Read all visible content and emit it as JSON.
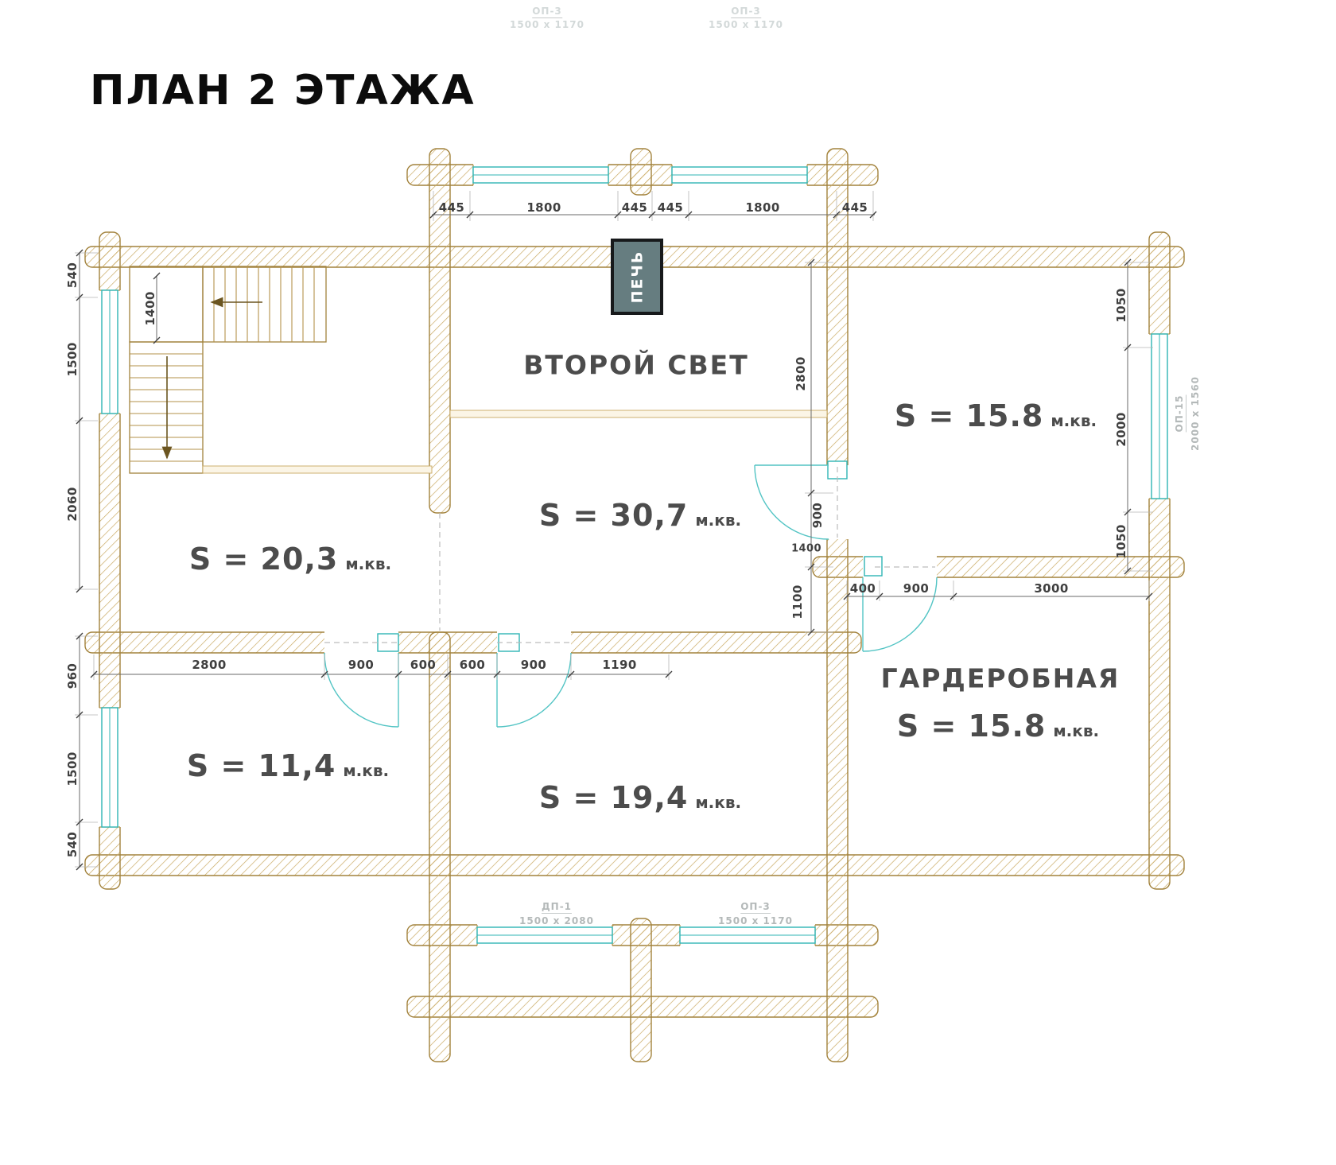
{
  "title": "ПЛАН 2 ЭТАЖА",
  "rooms": {
    "second_light": {
      "name": "ВТОРОЙ СВЕТ",
      "area": "S = 30,7",
      "unit": "м.кв."
    },
    "left": {
      "area": "S = 20,3",
      "unit": "м.кв."
    },
    "top_right": {
      "area": "S = 15.8",
      "unit": "м.кв."
    },
    "wardrobe": {
      "name": "ГАРДЕРОБНАЯ",
      "area": "S = 15.8",
      "unit": "м.кв."
    },
    "bottom_left": {
      "area": "S = 11,4",
      "unit": "м.кв."
    },
    "bottom_center": {
      "area": "S = 19,4",
      "unit": "м.кв."
    }
  },
  "stove": {
    "label": "ПЕЧЬ"
  },
  "dims": {
    "top": [
      "445",
      "1800",
      "445",
      "445",
      "1800",
      "445"
    ],
    "left_upper": [
      "540",
      "1500",
      "2060"
    ],
    "left_lower": [
      "960",
      "1500",
      "540"
    ],
    "stair": "1400",
    "right_side": [
      "1050",
      "2000",
      "1050"
    ],
    "center_right": [
      "2800",
      "900",
      "1400",
      "1100"
    ],
    "wardrobe_top": [
      "400",
      "900",
      "3000"
    ],
    "middle": [
      "2800",
      "900",
      "600",
      "600",
      "900",
      "1190"
    ]
  },
  "windows": {
    "right": {
      "name": "ОП-15",
      "size": "2000 х 1560"
    },
    "bottom_left": {
      "name": "ДП-1",
      "size": "1500 х 2080"
    },
    "bottom_right": {
      "name": "ОП-3",
      "size": "1500 х 1170"
    },
    "top_left": {
      "name": "ОП-3",
      "size": "1500 х 1170"
    },
    "top_right": {
      "name": "ОП-3",
      "size": "1500 х 1170"
    }
  },
  "colors": {
    "wall": "#c9a962",
    "window": "#2fb5b5",
    "dim_text": "#3f3f3f",
    "label_text": "#4c4c4c"
  }
}
